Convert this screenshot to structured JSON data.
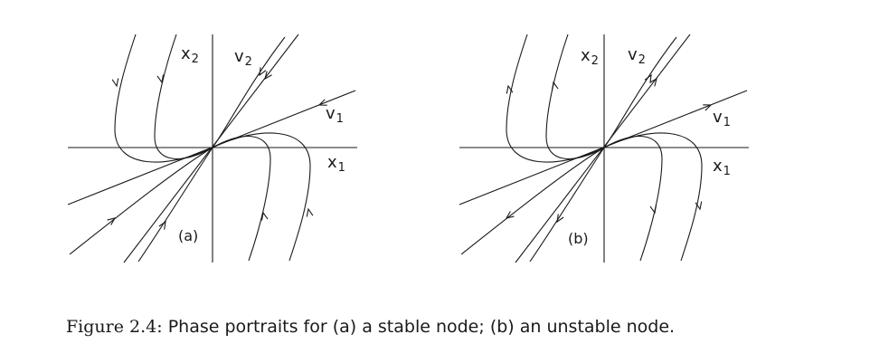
{
  "caption": {
    "prefix": "Figure 2.4:",
    "text": "Phase portraits for (a) a stable node; (b) an unstable node."
  },
  "panels": [
    {
      "id": "a",
      "label": "(a)",
      "flow": "toward-origin",
      "axes": {
        "x": {
          "base": "x",
          "sub": "1"
        },
        "y": {
          "base": "x",
          "sub": "2"
        }
      },
      "eigenvectors": [
        {
          "base": "v",
          "sub": "1"
        },
        {
          "base": "v",
          "sub": "2"
        }
      ]
    },
    {
      "id": "b",
      "label": "(b)",
      "flow": "away-from-origin",
      "axes": {
        "x": {
          "base": "x",
          "sub": "1"
        },
        "y": {
          "base": "x",
          "sub": "2"
        }
      },
      "eigenvectors": [
        {
          "base": "v",
          "sub": "1"
        },
        {
          "base": "v",
          "sub": "2"
        }
      ]
    }
  ]
}
